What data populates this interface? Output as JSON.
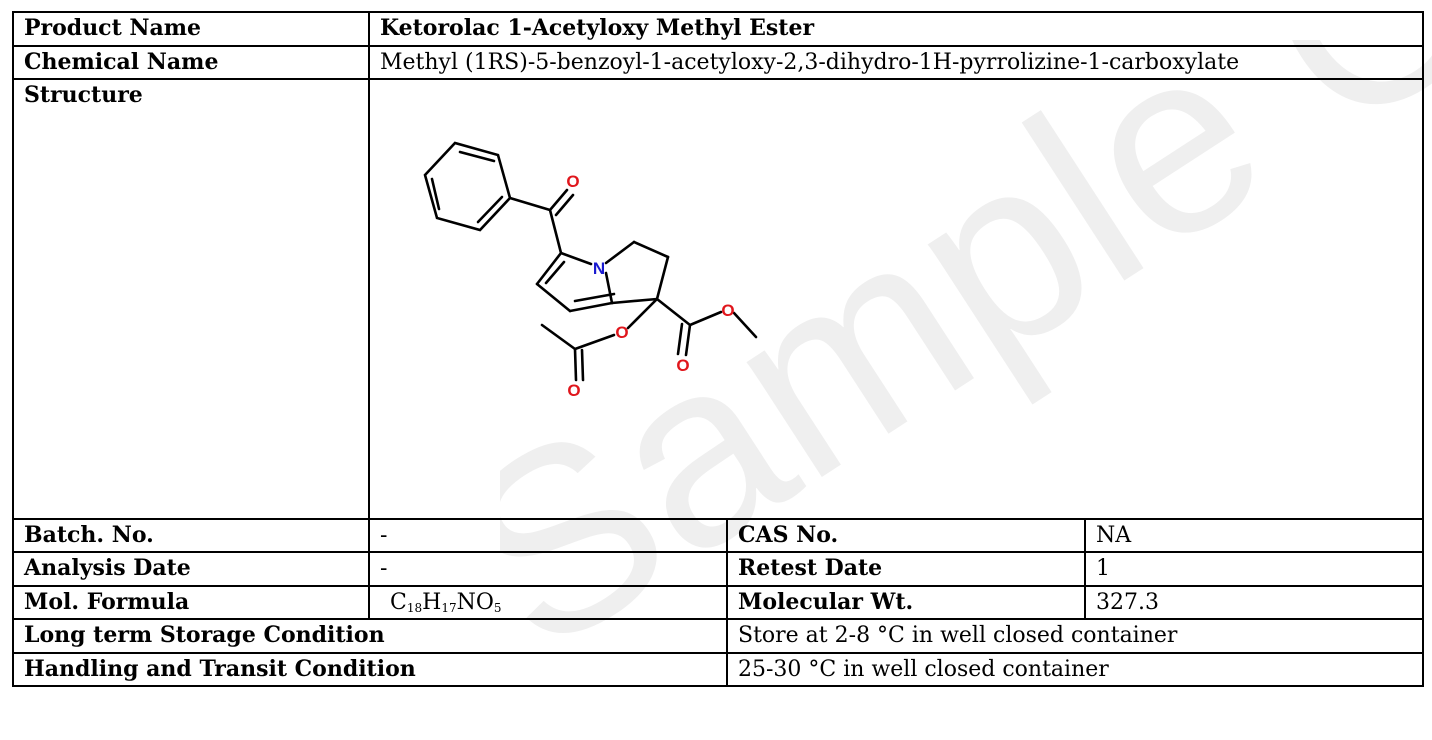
{
  "watermark": "Sample COA",
  "rows": {
    "product_name": {
      "label": "Product Name",
      "value": "Ketorolac 1-Acetyloxy Methyl Ester"
    },
    "chemical_name": {
      "label": "Chemical Name",
      "value": "Methyl (1RS)-5-benzoyl-1-acetyloxy-2,3-dihydro-1H-pyrrolizine-1-carboxylate"
    },
    "structure": {
      "label": "Structure",
      "atoms": {
        "o1": "O",
        "n": "N",
        "o2": "O",
        "o3": "O",
        "o4": "O"
      }
    },
    "batch_no": {
      "label": "Batch. No.",
      "value": "-"
    },
    "cas_no": {
      "label": "CAS No.",
      "value": "NA"
    },
    "analysis_date": {
      "label": "Analysis Date",
      "value": "-"
    },
    "retest_date": {
      "label": "Retest Date",
      "value": "1"
    },
    "mol_formula": {
      "label": "Mol. Formula",
      "parts": [
        {
          "el": "C",
          "n": "18"
        },
        {
          "el": "H",
          "n": "17"
        },
        {
          "el": "NO",
          "n": "5"
        }
      ]
    },
    "molecular_wt": {
      "label": "Molecular Wt.",
      "value": "327.3"
    },
    "long_term_storage": {
      "label": "Long term Storage Condition",
      "value": "Store at 2-8 °C in well closed container"
    },
    "handling_transit": {
      "label": "Handling and Transit Condition",
      "value": "25-30 °C in well closed container"
    }
  },
  "colors": {
    "oxygen": "#e0161c",
    "nitrogen": "#1a1ad0",
    "bond": "#000000",
    "watermark": "#f0f0f0"
  }
}
